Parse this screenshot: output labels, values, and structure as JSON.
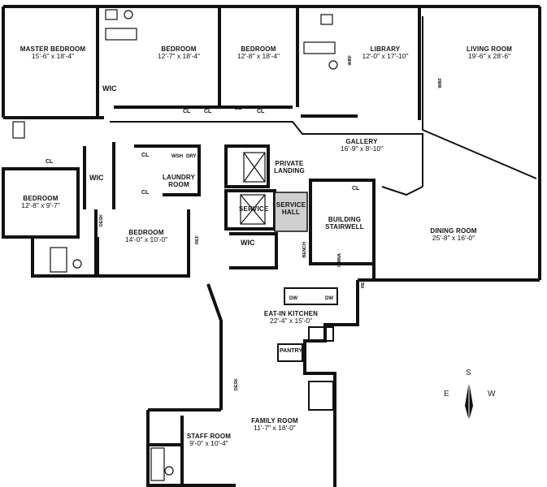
{
  "rooms": {
    "master_bedroom": {
      "name": "MASTER BEDROOM",
      "dims": "15'-6\" x 18'-4\""
    },
    "bedroom_2": {
      "name": "BEDROOM",
      "dims": "12'-7\" x 18'-4\""
    },
    "bedroom_3": {
      "name": "BEDROOM",
      "dims": "12'-8\" x 18'-4\""
    },
    "library": {
      "name": "LIBRARY",
      "dims": "12'-0\" x 17'-10\""
    },
    "living_room": {
      "name": "LIVING ROOM",
      "dims": "19'-6\" x 28'-6\""
    },
    "gallery": {
      "name": "GALLERY",
      "dims": "16'-9\" x 8'-10\""
    },
    "bedroom_west": {
      "name": "BEDROOM",
      "dims": "12'-8\" x 9'-7\""
    },
    "bedroom_center": {
      "name": "BEDROOM",
      "dims": "14'-0\" x 10'-0\""
    },
    "dining_room": {
      "name": "DINING ROOM",
      "dims": "25'-8\" x 16'-0\""
    },
    "eat_in_kitchen": {
      "name": "EAT-IN KITCHEN",
      "dims": "22'-4\" x 15'-0\""
    },
    "family_room": {
      "name": "FAMILY ROOM",
      "dims": "11'-7\" x 18'-0\""
    },
    "staff_room": {
      "name": "STAFF ROOM",
      "dims": "9'-0\" x 10'-4\""
    }
  },
  "labels": {
    "laundry": "LAUNDRY ROOM",
    "private_landing": "PRIVATE LANDING",
    "service_hall": "SERVICE HALL",
    "service": "SERVICE",
    "stairwell": "BUILDING STAIRWELL",
    "pantry": "PANTRY",
    "wic": "WIC",
    "cl": "CL",
    "wsh": "WSH",
    "dry": "DRY",
    "dw": "DW",
    "ref": "REF",
    "desk": "DESK",
    "bench": "BENCH",
    "china": "CHINA",
    "wbf": "WBF"
  },
  "compass": {
    "n": "S",
    "e": "E",
    "w": "W"
  }
}
